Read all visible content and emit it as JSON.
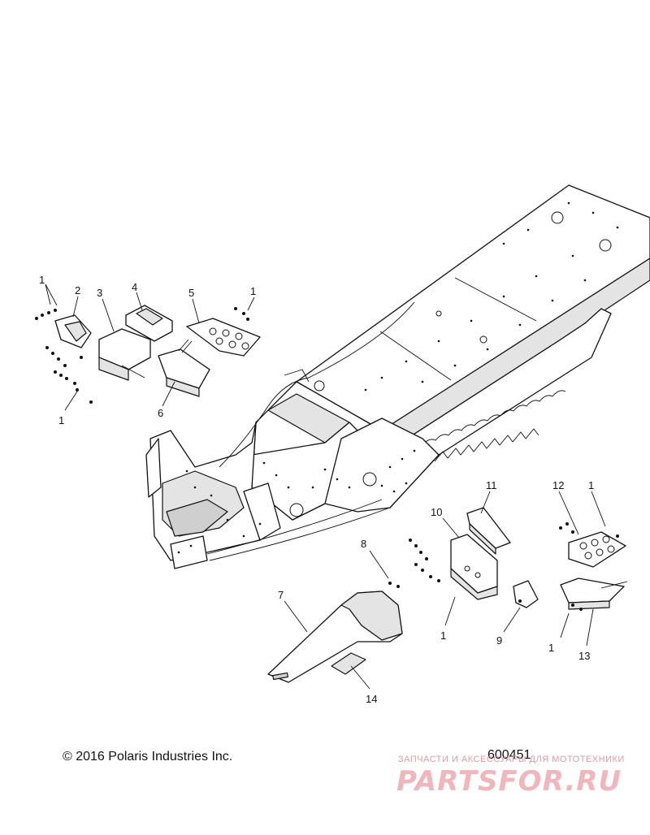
{
  "diagram": {
    "callouts": {
      "c1a": "1",
      "c2": "2",
      "c3": "3",
      "c4": "4",
      "c5": "5",
      "c1b": "1",
      "c1c": "1",
      "c6": "6",
      "c7": "7",
      "c8": "8",
      "c10": "10",
      "c11": "11",
      "c12": "12",
      "c1d": "1",
      "c1e": "1",
      "c9": "9",
      "c1f": "1",
      "c13": "13",
      "c14": "14"
    }
  },
  "footer": {
    "copyright": "© 2016 Polaris Industries Inc.",
    "part_number": "600451"
  },
  "watermark": {
    "tagline": "ЗАПЧАСТИ И АКСЕССУАРЫ ДЛЯ МОТОТЕХНИКИ",
    "logo": "PARTSFOR.RU"
  }
}
